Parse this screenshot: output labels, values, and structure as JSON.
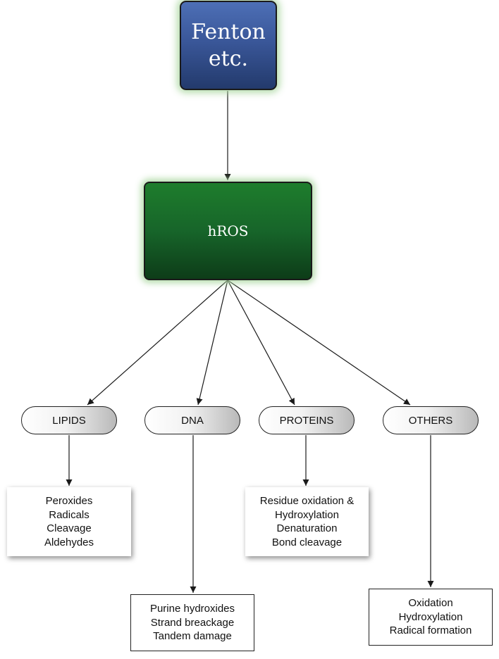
{
  "nodes": {
    "fenton": {
      "lines": [
        "Fenton",
        "etc."
      ]
    },
    "hros": {
      "label": "hROS"
    },
    "categories": [
      {
        "id": "lipids",
        "label": "LIPIDS"
      },
      {
        "id": "dna",
        "label": "DNA"
      },
      {
        "id": "proteins",
        "label": "PROTEINS"
      },
      {
        "id": "others",
        "label": "OTHERS"
      }
    ],
    "effects": {
      "lipids": [
        "Peroxides",
        "Radicals",
        "Cleavage",
        "Aldehydes"
      ],
      "dna": [
        "Purine hydroxides",
        "Strand breackage",
        "Tandem damage"
      ],
      "proteins": [
        "Residue oxidation &",
        "Hydroxylation",
        "Denaturation",
        "Bond cleavage"
      ],
      "others": [
        "Oxidation",
        "Hydroxylation",
        "Radical formation"
      ]
    }
  },
  "colors": {
    "fenton_fill": "#3a5799",
    "hros_fill": "#17652a",
    "glow": "#aad7a0",
    "arrow": "#1a1a1a"
  }
}
